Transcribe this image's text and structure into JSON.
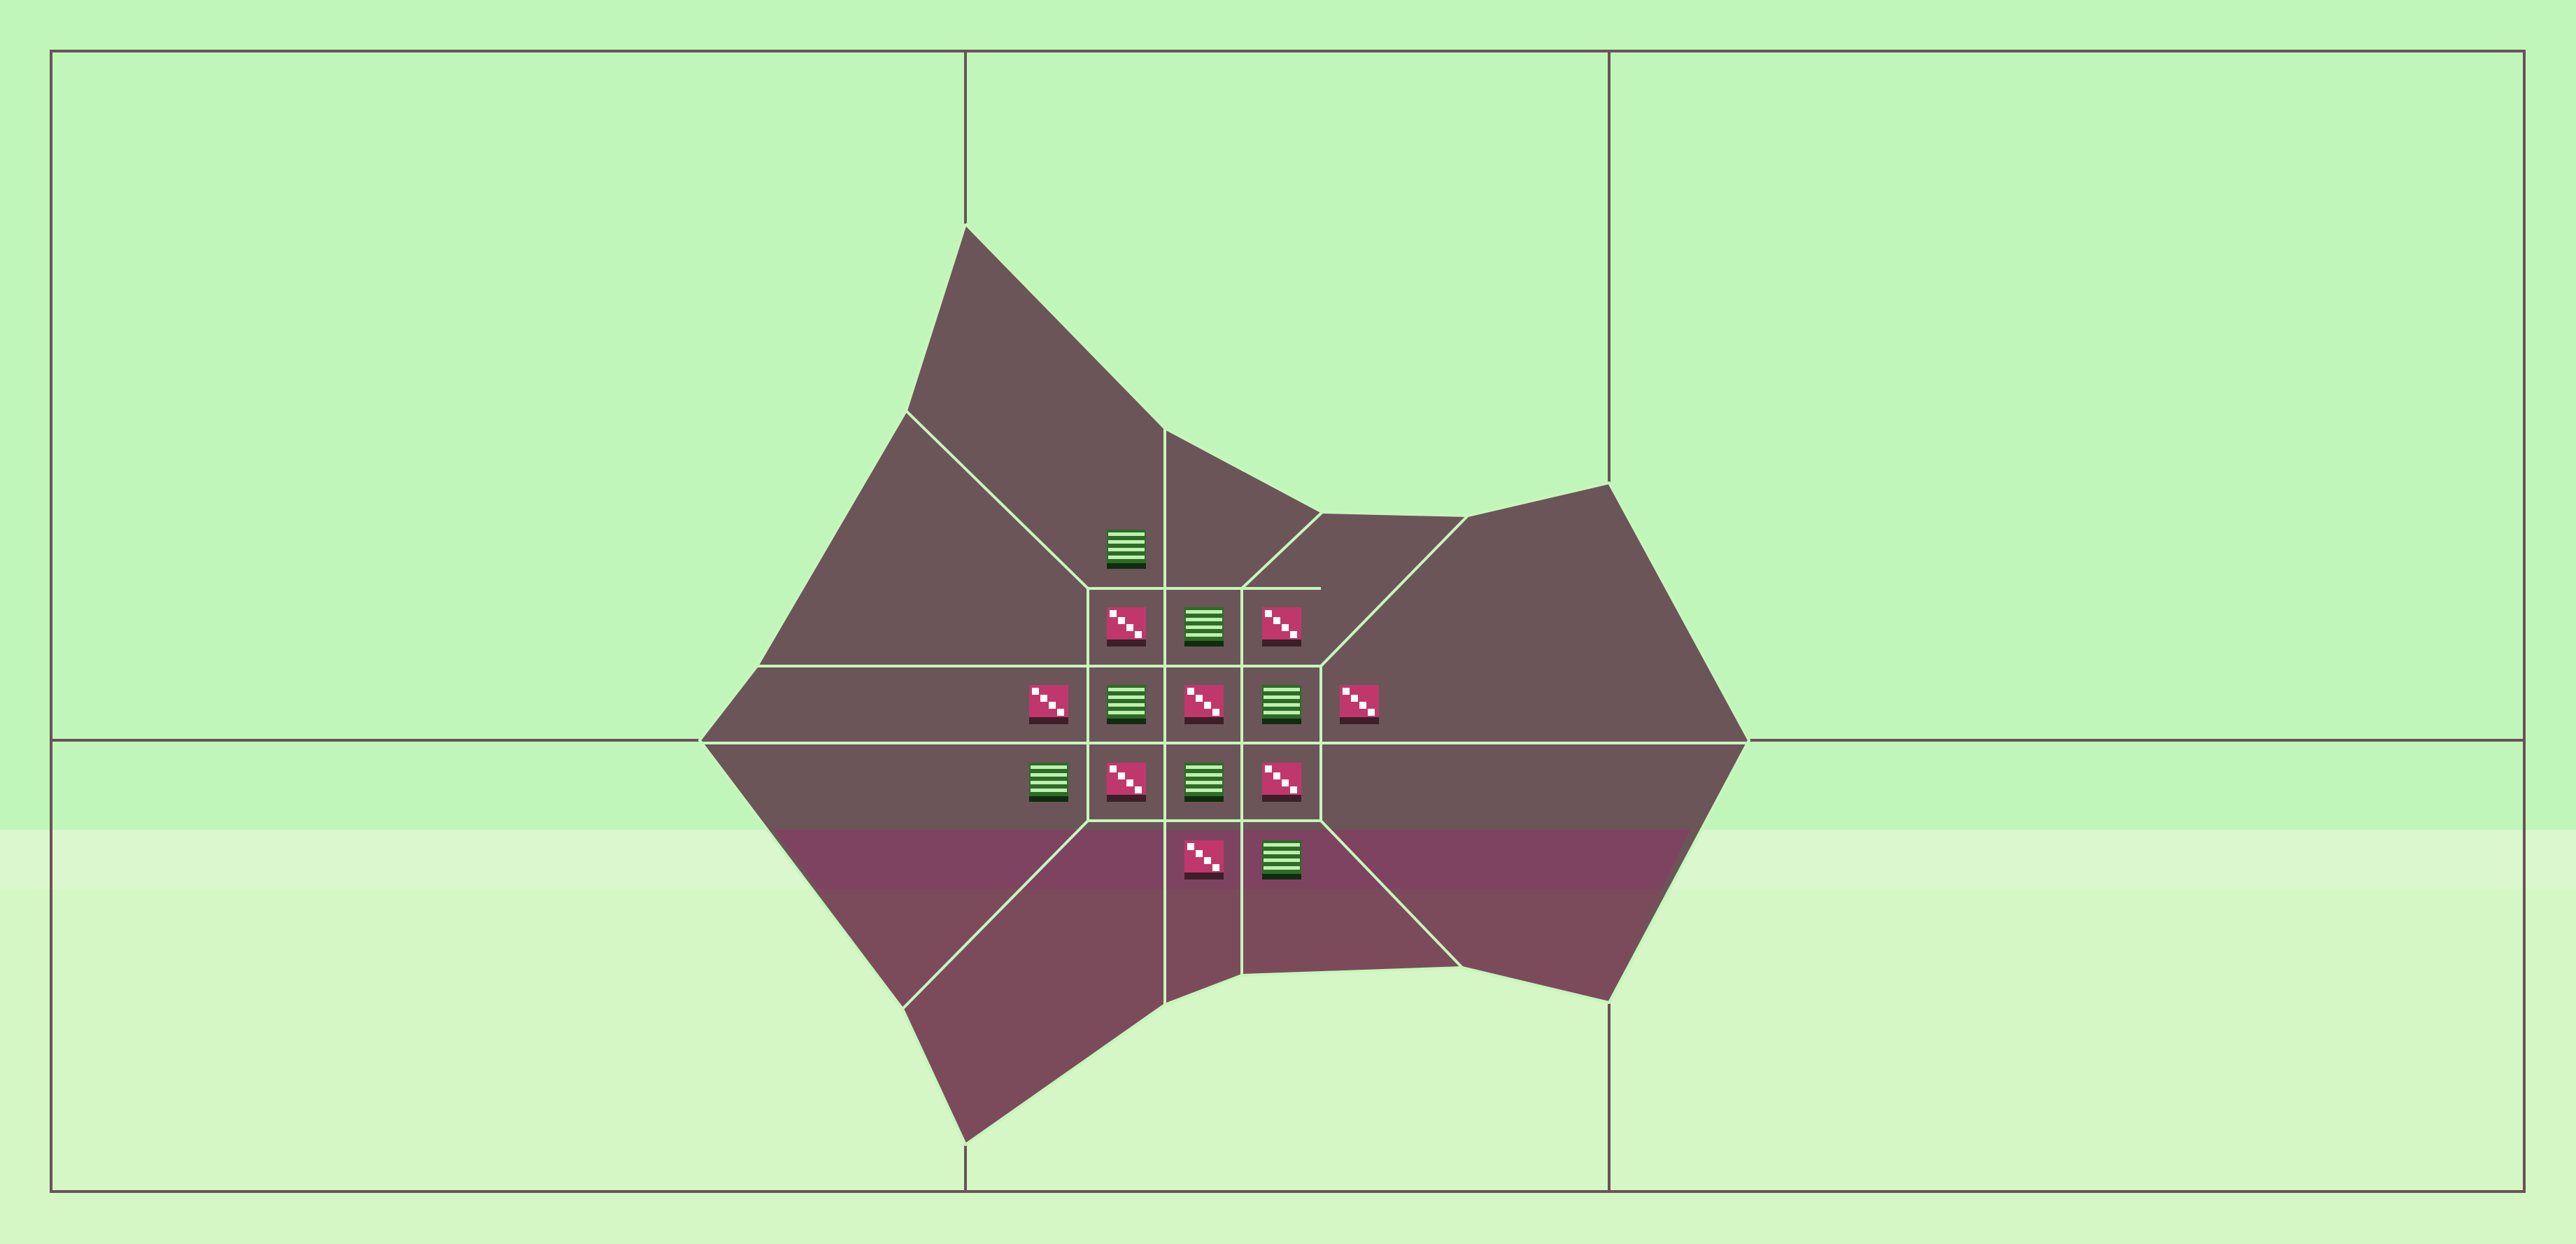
{
  "game": {
    "name": "",
    "colors": {
      "background_top": "#c1f6bb",
      "background_bottom": "#d5f6c5",
      "highlight_band": "#ffffff",
      "frame_line": "#6a5356",
      "region_fill": "#6b5558",
      "region_fill_lower": "#7f4a5c",
      "region_fill_band": "#7d4262",
      "region_border": "#c7f6bd",
      "tile_a_fill": "#c0386b",
      "tile_a_shadow": "#3d1f2a",
      "tile_a_marks": "#ffffff",
      "tile_b_fill": "#2e6b26",
      "tile_b_stripe": "#bdf1b0",
      "tile_b_shadow": "#102c10"
    },
    "tile_types": {
      "A": "pink-diagonal-tile-icon",
      "B": "green-striped-tile-icon"
    },
    "tile_grid": [
      {
        "row": -2,
        "col": 0,
        "type": "B"
      },
      {
        "row": -1,
        "col": 0,
        "type": "A"
      },
      {
        "row": -1,
        "col": 1,
        "type": "B"
      },
      {
        "row": -1,
        "col": 2,
        "type": "A"
      },
      {
        "row": 0,
        "col": -1,
        "type": "A"
      },
      {
        "row": 0,
        "col": 0,
        "type": "B"
      },
      {
        "row": 0,
        "col": 1,
        "type": "A"
      },
      {
        "row": 0,
        "col": 2,
        "type": "B"
      },
      {
        "row": 0,
        "col": 3,
        "type": "A"
      },
      {
        "row": 1,
        "col": -1,
        "type": "B"
      },
      {
        "row": 1,
        "col": 0,
        "type": "A"
      },
      {
        "row": 1,
        "col": 1,
        "type": "B"
      },
      {
        "row": 1,
        "col": 2,
        "type": "A"
      },
      {
        "row": 2,
        "col": 1,
        "type": "A"
      },
      {
        "row": 2,
        "col": 2,
        "type": "B"
      }
    ]
  }
}
